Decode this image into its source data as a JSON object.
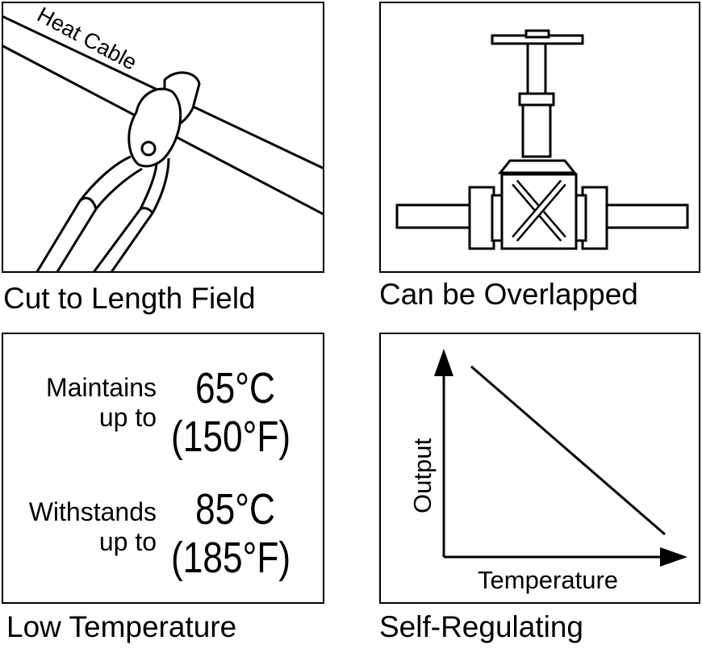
{
  "panels": {
    "cut": {
      "caption": "Cut to Length Field",
      "cable_label": "Heat Cable"
    },
    "overlap": {
      "caption": "Can be Overlapped"
    },
    "lowtemp": {
      "caption": "Low Temperature",
      "maintains_label_1": "Maintains",
      "maintains_label_2": "up to",
      "maintains_c": "65°C",
      "maintains_f": "(150°F)",
      "withstands_label_1": "Withstands",
      "withstands_label_2": "up to",
      "withstands_c": "85°C",
      "withstands_f": "(185°F)"
    },
    "selfreg": {
      "caption": "Self-Regulating",
      "x_label": "Temperature",
      "y_label": "Output"
    }
  },
  "colors": {
    "line": "#000000",
    "background": "#ffffff"
  }
}
